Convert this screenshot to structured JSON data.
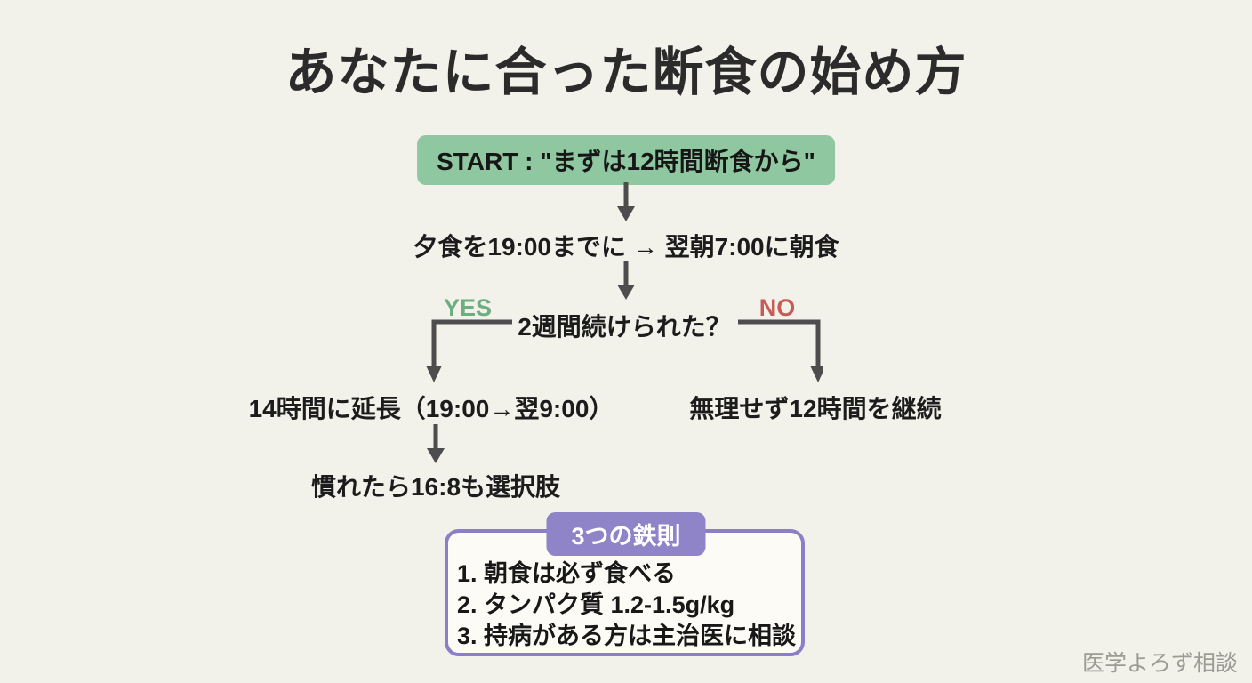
{
  "page": {
    "background_color": "#f2f1ea",
    "watermark": "医学よろず相談"
  },
  "title": "あなたに合った断食の始め方",
  "flow": {
    "start": {
      "label": "START : \"まずは12時間断食から\"",
      "bg_color": "#8ec7a0"
    },
    "step1": "夕食を19:00までに → 翌朝7:00に朝食",
    "decision": {
      "question": "2週間続けられた？",
      "yes_label": "YES",
      "no_label": "NO",
      "yes_color": "#6bae80",
      "no_color": "#c75b57"
    },
    "yes_path": {
      "step": "14時間に延長（19:00→翌9:00）",
      "next": "慣れたら16:8も選択肢"
    },
    "no_path": {
      "step": "無理せず12時間を継続"
    },
    "arrow_color": "#4d4d4d"
  },
  "rules": {
    "heading": "3つの鉄則",
    "accent_color": "#8f84c8",
    "items": [
      "1. 朝食は必ず食べる",
      "2. タンパク質 1.2-1.5g/kg",
      "3. 持病がある方は主治医に相談"
    ]
  }
}
